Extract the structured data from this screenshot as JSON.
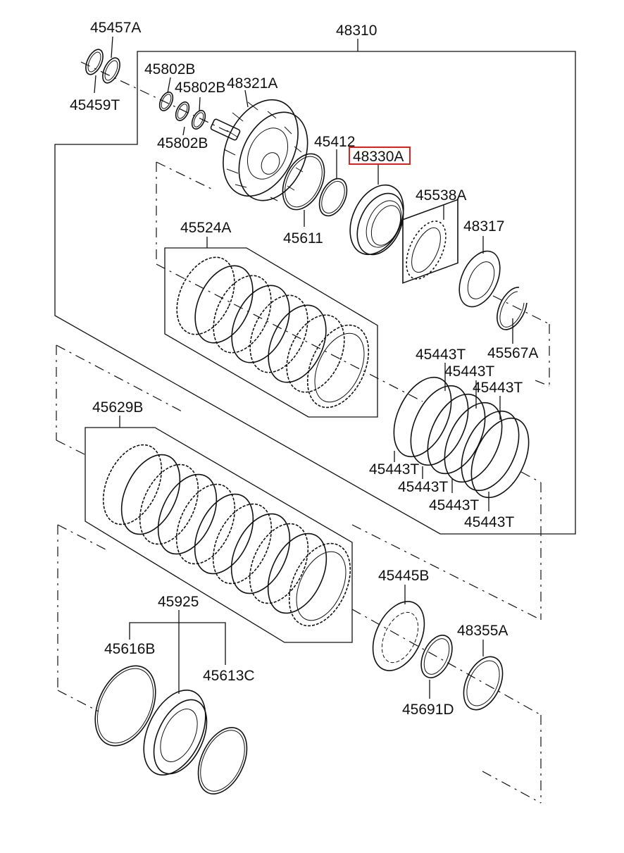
{
  "labels": {
    "p45457A": "45457A",
    "p45459T": "45459T",
    "p48310": "48310",
    "p45802B_1": "45802B",
    "p45802B_2": "45802B",
    "p45802B_3": "45802B",
    "p48321A": "48321A",
    "p45412": "45412",
    "p48330A": "48330A",
    "p45611": "45611",
    "p45538A": "45538A",
    "p48317": "48317",
    "p45524A": "45524A",
    "p45567A": "45567A",
    "p45443T_1": "45443T",
    "p45443T_2": "45443T",
    "p45443T_3": "45443T",
    "p45443T_4": "45443T",
    "p45443T_5": "45443T",
    "p45443T_6": "45443T",
    "p45443T_7": "45443T",
    "p45629B": "45629B",
    "p45445B": "45445B",
    "p48355A": "48355A",
    "p45925": "45925",
    "p45616B": "45616B",
    "p45613C": "45613C",
    "p45691D": "45691D"
  },
  "highlight": {
    "part": "48330A",
    "color": "#e02020"
  }
}
